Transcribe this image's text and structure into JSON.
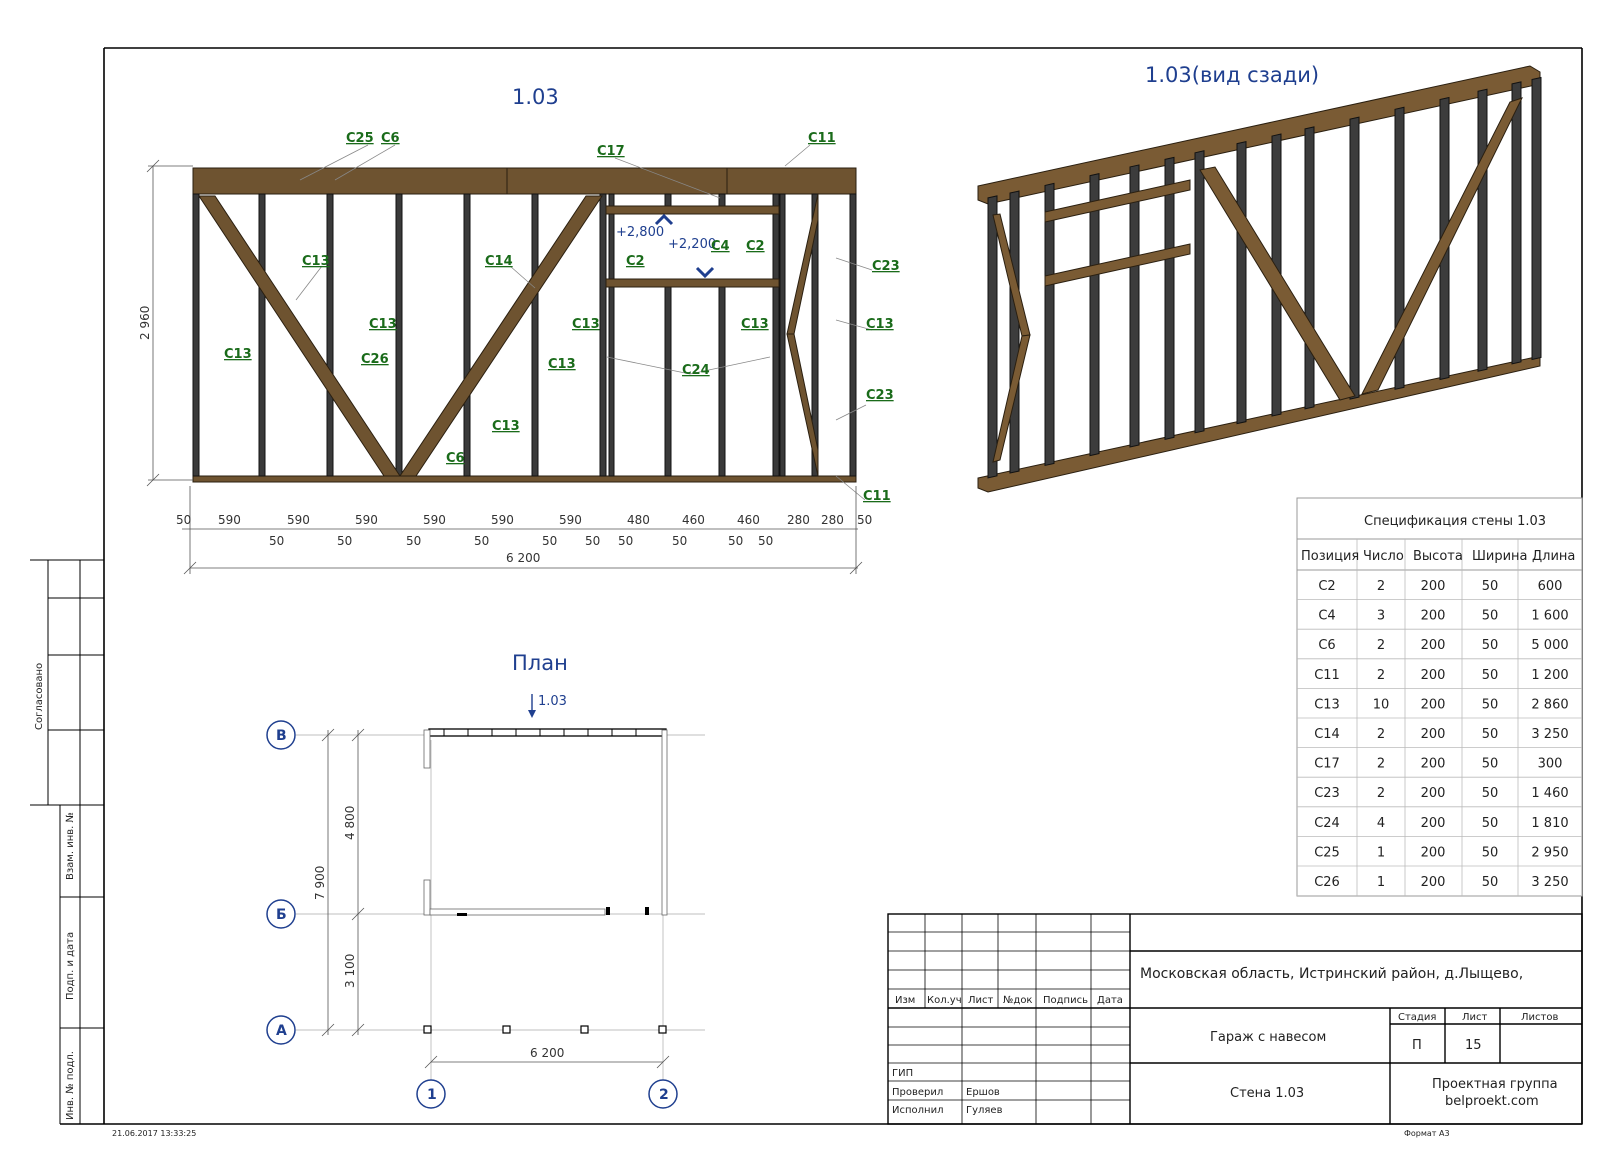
{
  "front_view": {
    "title": "1.03",
    "height_dim": "2 960",
    "total_dim": "6 200",
    "labels": [
      "C25",
      "C6",
      "C17",
      "C11",
      "C13",
      "C14",
      "C2",
      "C4",
      "C2",
      "C23",
      "C13",
      "C13",
      "C26",
      "C13",
      "C13",
      "C13",
      "C24",
      "C13",
      "C23",
      "C13",
      "C6",
      "C11"
    ],
    "levels": [
      "+2,800",
      "+2,200"
    ],
    "dims_top": [
      "50",
      "590",
      "590",
      "590",
      "590",
      "590",
      "590",
      "480",
      "460",
      "460",
      "280",
      "280",
      "50"
    ],
    "dims_bottom": [
      "50",
      "50",
      "50",
      "50",
      "50",
      "50",
      "50",
      "50",
      "50",
      "50"
    ]
  },
  "back_view": {
    "title": "1.03(вид сзади)"
  },
  "plan": {
    "title": "План",
    "section_mark": "1.03",
    "axes_rows": [
      "В",
      "Б",
      "А"
    ],
    "axes_cols": [
      "1",
      "2"
    ],
    "dims": [
      "7 900",
      "4 800",
      "3 100",
      "6 200"
    ]
  },
  "spec": {
    "title": "Спецификация стены 1.03",
    "headers": [
      "Позиция",
      "Число",
      "Высота",
      "Ширина",
      "Длина"
    ],
    "rows": [
      [
        "C2",
        "2",
        "200",
        "50",
        "600"
      ],
      [
        "C4",
        "3",
        "200",
        "50",
        "1 600"
      ],
      [
        "C6",
        "2",
        "200",
        "50",
        "5 000"
      ],
      [
        "C11",
        "2",
        "200",
        "50",
        "1 200"
      ],
      [
        "C13",
        "10",
        "200",
        "50",
        "2 860"
      ],
      [
        "C14",
        "2",
        "200",
        "50",
        "3 250"
      ],
      [
        "C17",
        "2",
        "200",
        "50",
        "300"
      ],
      [
        "C23",
        "2",
        "200",
        "50",
        "1 460"
      ],
      [
        "C24",
        "4",
        "200",
        "50",
        "1 810"
      ],
      [
        "C25",
        "1",
        "200",
        "50",
        "2 950"
      ],
      [
        "C26",
        "1",
        "200",
        "50",
        "3 250"
      ]
    ]
  },
  "title_block": {
    "address": "Московская область, Истринский район, д.Лыщево,",
    "project": "Гараж с навесом",
    "sheet_name": "Стена 1.03",
    "company_line1": "Проектная группа",
    "company_line2": "belproekt.com",
    "col_headers": [
      "Изм",
      "Кол.уч",
      "Лист",
      "№док",
      "Подпись",
      "Дата"
    ],
    "stage_label": "Стадия",
    "sheet_label": "Лист",
    "sheets_label": "Листов",
    "stage_value": "П",
    "sheet_value": "15",
    "roles": [
      "ГИП",
      "Проверил",
      "Исполнил"
    ],
    "names": [
      "",
      "Ершов",
      "Гуляев"
    ]
  },
  "side_stamps": [
    "Согласовано",
    "Взам. инв. №",
    "Подп. и дата",
    "Инв. № подл."
  ],
  "footer": {
    "datetime": "21.06.2017 13:33:25",
    "format": "Формат А3"
  }
}
